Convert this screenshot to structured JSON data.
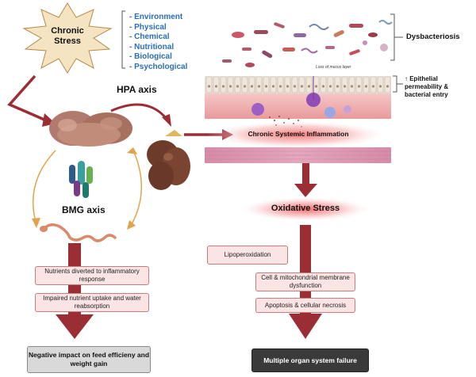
{
  "chronic_stress": "Chronic Stress",
  "stressors": [
    "- Environment",
    "- Physical",
    "- Chemical",
    "- Nutritional",
    "- Biological",
    "- Psychological"
  ],
  "hpa_axis": "HPA axis",
  "bmg_axis": "BMG axis",
  "dysbacteriosis": "Dysbacteriosis",
  "loss_of_mucus": "Loss of mucus layer",
  "epithelial_permeability": "↑ Epithelial permeability & bacterial entry",
  "chronic_inflammation": "Chronic Systemic Inflammation",
  "oxidative_stress": "Oxidative Stress",
  "left_boxes": [
    "Nutrients diverted to inflammatory response",
    "Impaired nutrient uptake and water reabsorption"
  ],
  "right_boxes": [
    "Lipoperoxidation",
    "Cell & mitochondrial membrane dysfunction",
    "Apoptosis & cellular necrosis"
  ],
  "left_outcome": "Negative impact on feed efficieny and weight gain",
  "right_outcome": "Multiple organ system failure",
  "colors": {
    "arrow": "#9b2d35",
    "stressStar": "#f4e4c1",
    "pinkBox": "#fbe4e4",
    "accent": "#2a6db8"
  }
}
